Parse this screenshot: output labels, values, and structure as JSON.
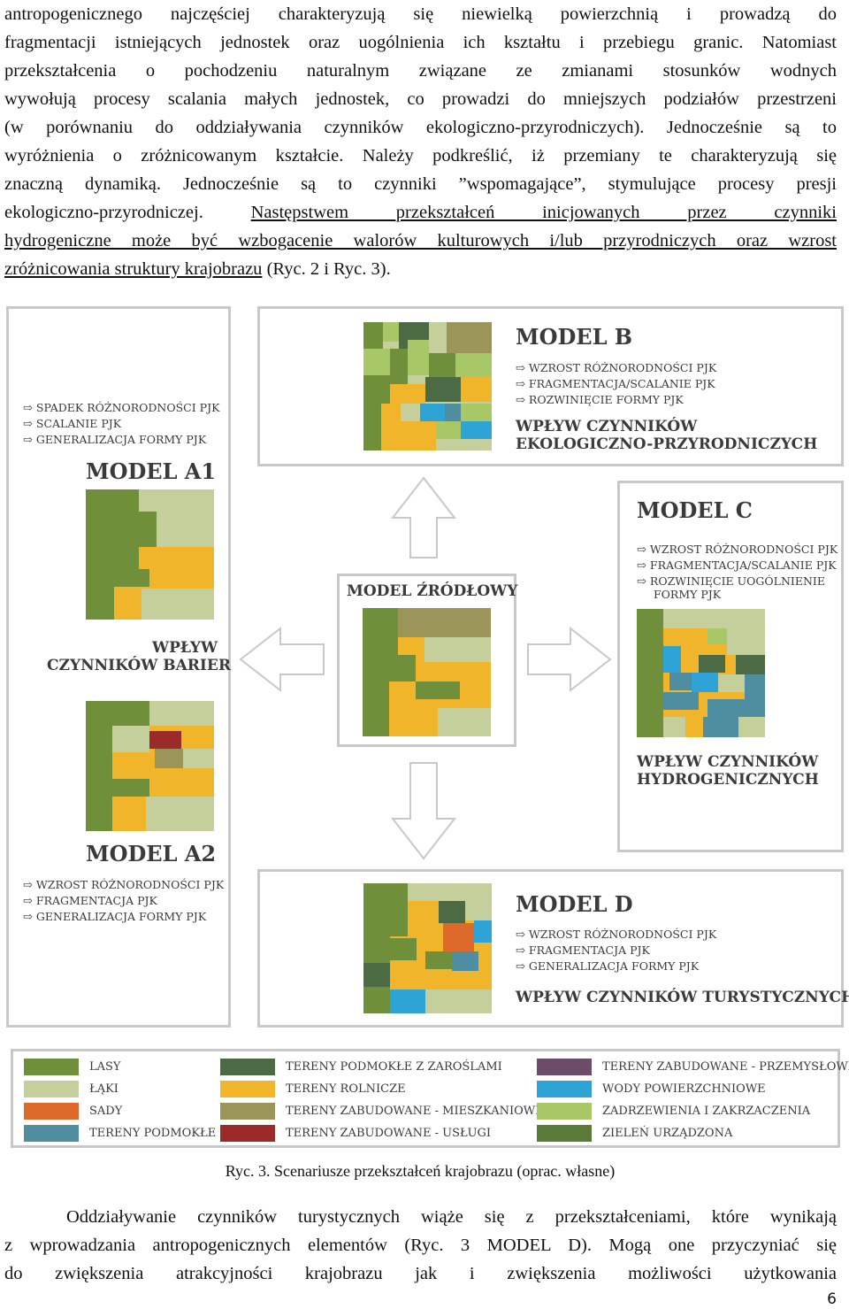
{
  "text": {
    "para1_lines": [
      "antropogenicznego najczęściej charakteryzują się niewielką powierzchnią i prowadzą do",
      "fragmentacji istniejących jednostek oraz uogólnienia ich kształtu i przebiegu granic. Natomiast",
      "przekształcenia o pochodzeniu naturalnym związane ze zmianami stosunków wodnych",
      "wywołują procesy scalania małych jednostek, co prowadzi do mniejszych podziałów przestrzeni",
      "(w porównaniu do oddziaływania czynników ekologiczno-przyrodniczych). Jednocześnie są to",
      "wyróżnienia o zróżnicowanym kształcie. Należy podkreślić, iż przemiany te charakteryzują się",
      "znaczną dynamiką. Jednocześnie są to czynniki ”wspomagające”, stymulujące procesy presji"
    ],
    "para1_line8_plain": "ekologiczno-przyrodniczej. ",
    "para1_line8_underlined": "Następstwem przekształceń inicjowanych przez czynniki",
    "para1_line9_underlined": "hydrogeniczne może być wzbogacenie walorów kulturowych i/lub przyrodniczych oraz wzrost",
    "para1_line10_underlined": "zróżnicowania struktury krajobrazu",
    "para1_line10_plain": " (Ryc. 2 i Ryc. 3).",
    "caption": "Ryc. 3. Scenariusze przekształceń krajobrazu (oprac. własne)",
    "para2_lines": [
      "Oddziaływanie czynników turystycznych wiąże się z przekształceniami, które wynikają",
      "z wprowadzania antropogenicznych elementów (Ryc. 3 MODEL D). Mogą one przyczyniać się",
      "do zwiększenia atrakcyjności krajobrazu jak i zwiększenia możliwości użytkowania"
    ],
    "page_number": "6"
  },
  "figure": {
    "model_a1": {
      "title": "MODEL A1",
      "bullets": [
        "SPADEK RÓŻNORODNOŚCI PJK",
        "SCALANIE PJK",
        "GENERALIZACJA FORMY PJK"
      ],
      "influence": [
        "WPŁYW",
        "CZYNNIKÓW BARIER"
      ]
    },
    "model_a2": {
      "title": "MODEL A2",
      "bullets": [
        "WZROST RÓŻNORODNOŚCI PJK",
        "FRAGMENTACJA PJK",
        "GENERALIZACJA FORMY PJK"
      ]
    },
    "model_b": {
      "title": "MODEL B",
      "bullets": [
        "WZROST RÓŻNORODNOŚCI PJK",
        "FRAGMENTACJA/SCALANIE PJK",
        "ROZWINIĘCIE FORMY PJK"
      ],
      "influence": [
        "WPŁYW CZYNNIKÓW",
        "EKOLOGICZNO-PRZYRODNICZYCH"
      ]
    },
    "model_c": {
      "title": "MODEL C",
      "bullets": [
        "WZROST RÓŻNORODNOŚCI PJK",
        "FRAGMENTACJA/SCALANIE PJK",
        "ROZWINIĘCIE UOGÓLNIENIE"
      ],
      "bullet_continuation": "FORMY PJK",
      "influence": [
        "WPŁYW CZYNNIKÓW",
        "HYDROGENICZNYCH"
      ]
    },
    "model_d": {
      "title": "MODEL D",
      "bullets": [
        "WZROST RÓŻNORODNOŚCI PJK",
        "FRAGMENTACJA PJK",
        "GENERALIZACJA FORMY PJK"
      ],
      "influence": [
        "WPŁYW CZYNNIKÓW TURYSTYCZNYCH"
      ]
    },
    "model_source": {
      "title": "MODEL  ŹRÓDŁOWY"
    },
    "legend": [
      {
        "label": "LASY",
        "color": "#6f8f3a"
      },
      {
        "label": "ŁĄKI",
        "color": "#c5cf9c"
      },
      {
        "label": "SADY",
        "color": "#dd6a2a"
      },
      {
        "label": "TERENY PODMOKŁE",
        "color": "#4f8ea0"
      },
      {
        "label": "TERENY PODMOKŁE Z ZAROŚLAMI",
        "color": "#4c6b45"
      },
      {
        "label": "TERENY ROLNICZE",
        "color": "#f0b52a"
      },
      {
        "label": "TERENY ZABUDOWANE - MIESZKANIOWE",
        "color": "#9b9559"
      },
      {
        "label": "TERENY ZABUDOWANE - USŁUGI",
        "color": "#9b2b2b"
      },
      {
        "label": "TERENY ZABUDOWANE - PRZEMYSŁOWE",
        "color": "#6d4c6a"
      },
      {
        "label": "WODY POWIERZCHNIOWE",
        "color": "#2ea3d6"
      },
      {
        "label": "ZADRZEWIENIA I ZAKRZACZENIA",
        "color": "#a8c868"
      },
      {
        "label": "ZIELEŃ URZĄDZONA",
        "color": "#5a7a3a"
      }
    ]
  }
}
